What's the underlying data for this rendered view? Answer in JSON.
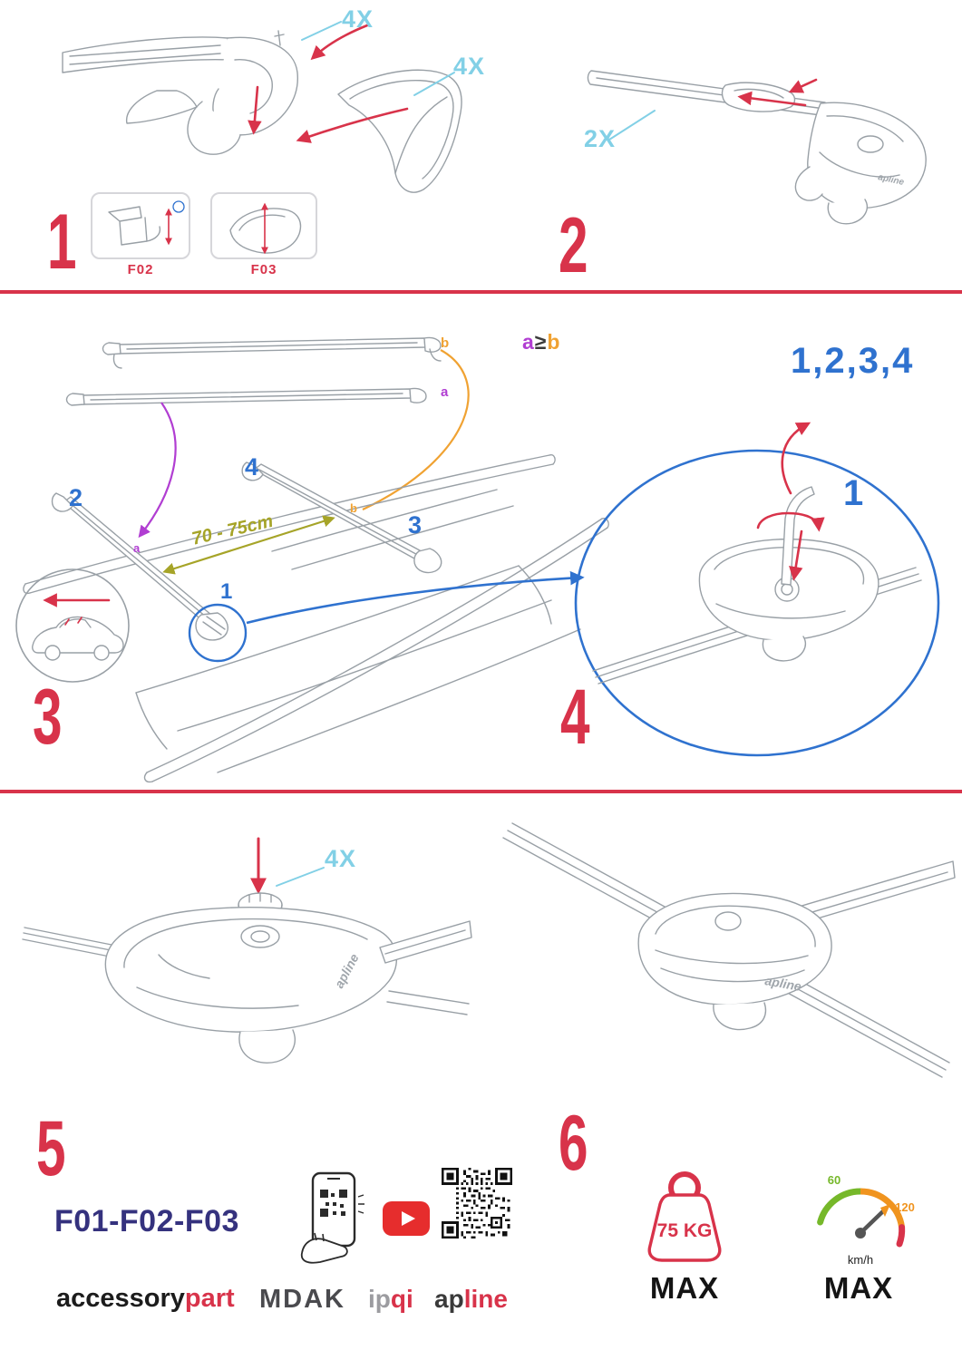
{
  "colors": {
    "accent_red": "#d8334a",
    "qty_cyan": "#82d0e6",
    "position_blue": "#2f72cf",
    "bar_a_purple": "#b13ed2",
    "bar_b_orange": "#f0a232",
    "distance_olive": "#a6a428",
    "codes_navy": "#35327e",
    "gauge_green": "#76b82a",
    "youtube_red": "#e62d2d"
  },
  "steps": {
    "s1": {
      "number": "1",
      "qty_top": "4X",
      "qty_side": "4X",
      "inset_left": "F02",
      "inset_right": "F03"
    },
    "s2": {
      "number": "2",
      "qty": "2X"
    },
    "s3": {
      "number": "3",
      "bar_top_label": "b",
      "bar_bottom_label": "a",
      "rule_a": "a",
      "rule_op": "≥",
      "rule_b": "b",
      "pos1": "1",
      "pos2": "2",
      "pos3": "3",
      "pos4": "4",
      "distance": "70 - 75cm",
      "roof_a": "a",
      "roof_b": "b"
    },
    "s4": {
      "number": "4",
      "sequence": "1,2,3,4",
      "start": "1"
    },
    "s5": {
      "number": "5",
      "qty": "4X"
    },
    "s6": {
      "number": "6"
    }
  },
  "product": {
    "clamp_logo": "apline"
  },
  "footer": {
    "codes": "F01-F02-F03",
    "brands": {
      "accessory": "accessory",
      "part": "part",
      "mdak": "MDAK",
      "ip": "ip",
      "qi": "qi",
      "ap": "ap",
      "line": "line"
    },
    "limits": {
      "weight": "75 KG",
      "weight_max": "MAX",
      "speed_low": "60",
      "speed_high": "120",
      "speed_unit": "km/h",
      "speed_max": "MAX"
    }
  }
}
